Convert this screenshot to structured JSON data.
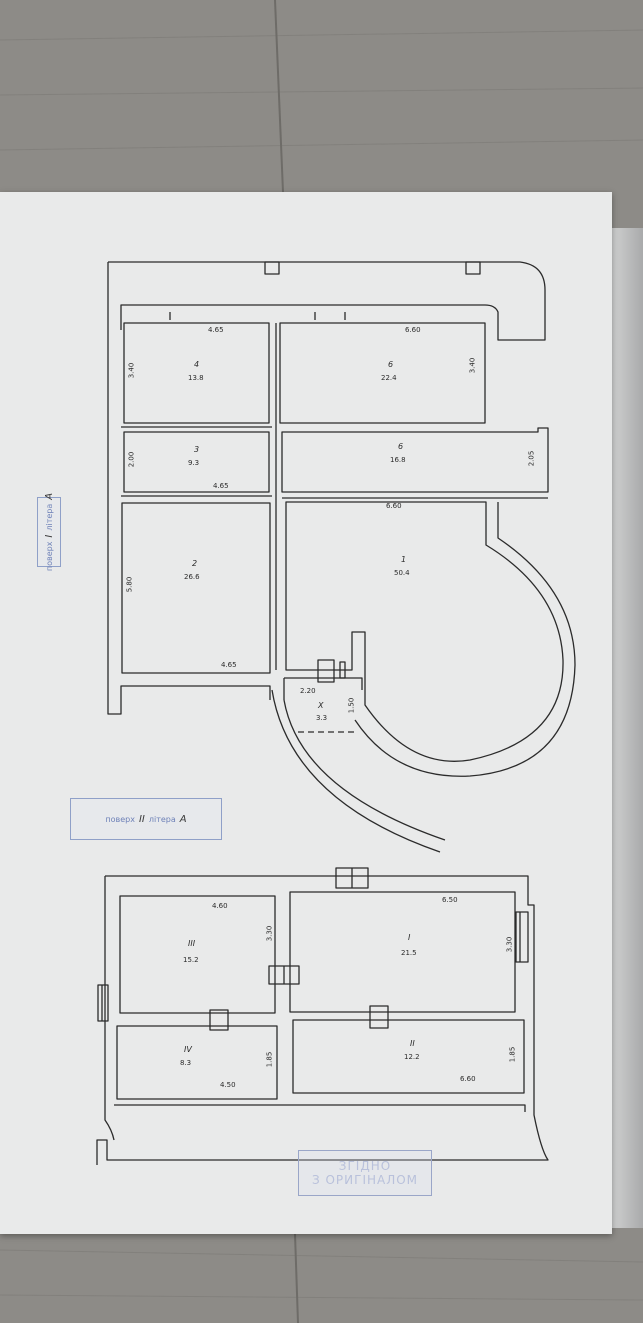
{
  "floor1": {
    "stamp": {
      "text": "поверх",
      "floor": "I",
      "mid": "літера",
      "letter": "А"
    },
    "rooms": [
      {
        "no": "4",
        "area": "13.8"
      },
      {
        "no": "3",
        "area": "9.3"
      },
      {
        "no": "2",
        "area": "26.6"
      },
      {
        "no": "6",
        "area": "22.4"
      },
      {
        "no": "6",
        "area": "16.8"
      },
      {
        "no": "1",
        "area": "50.4"
      },
      {
        "no": "X",
        "area": "3.3"
      }
    ],
    "dims": {
      "d465a": "4.65",
      "d660a": "6.60",
      "d340a": "3.40",
      "d340b": "3.40",
      "d465b": "4.65",
      "d200a": "2.00",
      "d205": "2.05",
      "d660b": "6.60",
      "d580": "5.80",
      "d465c": "4.65",
      "d220": "2.20",
      "d150": "1.50"
    }
  },
  "floor2": {
    "stamp": {
      "text": "поверх",
      "floor": "ІІ",
      "mid": "літера",
      "letter": "А"
    },
    "rooms": [
      {
        "no": "III",
        "area": "15.2"
      },
      {
        "no": "I",
        "area": "21.5"
      },
      {
        "no": "IV",
        "area": "8.3"
      },
      {
        "no": "II",
        "area": "12.2"
      }
    ],
    "dims": {
      "d460": "4.60",
      "d650": "6.50",
      "d330a": "3.30",
      "d330b": "3.30",
      "d185a": "1.85",
      "d185b": "1.85",
      "d450": "4.50",
      "d660": "6.60"
    }
  },
  "copy_stamp": {
    "line1": "ЗГІДНО",
    "line2": "З ОРИГІНАЛОМ"
  },
  "colors": {
    "ink": "#2b2b2b",
    "paper": "#e9eaea",
    "stamp": "#7d8fc0",
    "wood": "#8f8d89"
  }
}
